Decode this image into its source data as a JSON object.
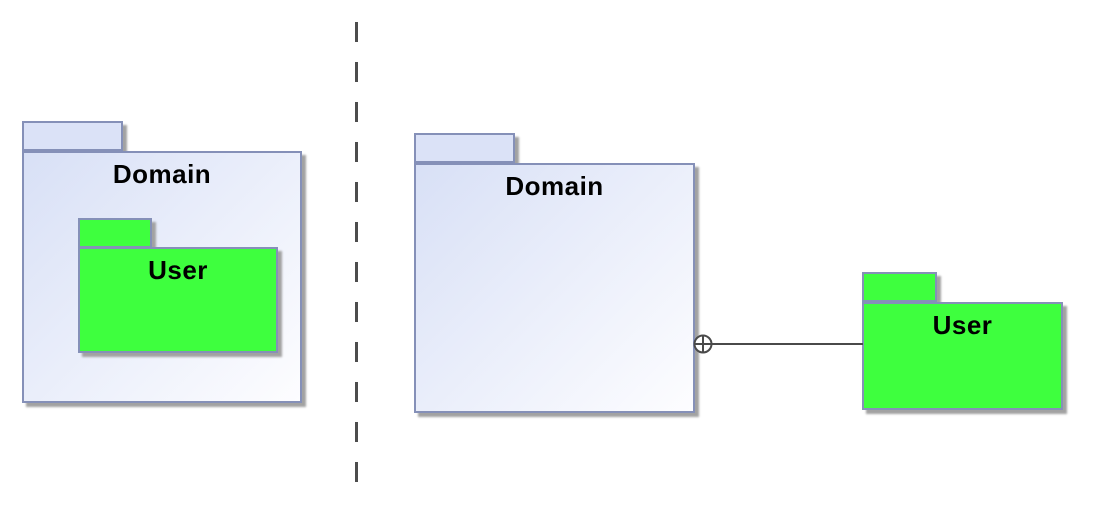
{
  "diagram": {
    "left_panel": {
      "domain_label": "Domain",
      "user_label": "User"
    },
    "right_panel": {
      "domain_label": "Domain",
      "user_label": "User",
      "connector_icon": "circle-plus-containment-icon"
    }
  },
  "colors": {
    "package_fill_top": "#d8e0f6",
    "package_fill_bottom": "#fdfdff",
    "package_tab_fill": "#dbe2f7",
    "package_border": "#8590b8",
    "nested_fill": "#3eff3e",
    "connector_stroke": "#4a4a4a",
    "separator_stroke": "#4d4d4d",
    "shadow": "#a2a2a2",
    "label_color": "#000000"
  }
}
